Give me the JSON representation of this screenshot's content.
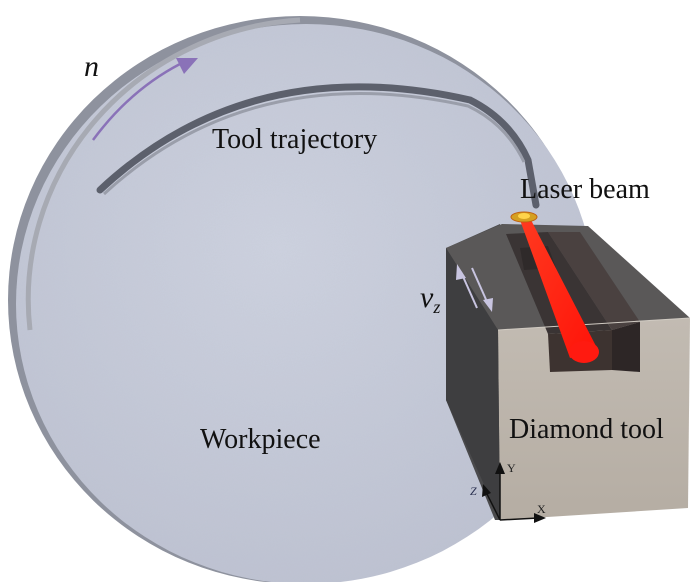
{
  "figure": {
    "type": "3D schematic of laser-assisted diamond turning",
    "labels": {
      "rotation_speed": "n",
      "tool_trajectory": "Tool trajectory",
      "laser_beam": "Laser beam",
      "feed_velocity_symbol": "v",
      "feed_velocity_subscript": "z",
      "workpiece": "Workpiece",
      "diamond_tool": "Diamond tool"
    },
    "axes": {
      "x": "X",
      "y": "Y",
      "z": "Z"
    },
    "colors": {
      "background": "#ffffff",
      "workpiece_face": "#c3c8d6",
      "workpiece_rim": "#8e929e",
      "rotation_arrow": "#8a72b8",
      "tool_front": "#bbb3aa",
      "tool_side": "#4a4a4c",
      "tool_top": "#5a5858",
      "laser": "#ff1a10",
      "laser_spot": "#d4a020"
    }
  }
}
